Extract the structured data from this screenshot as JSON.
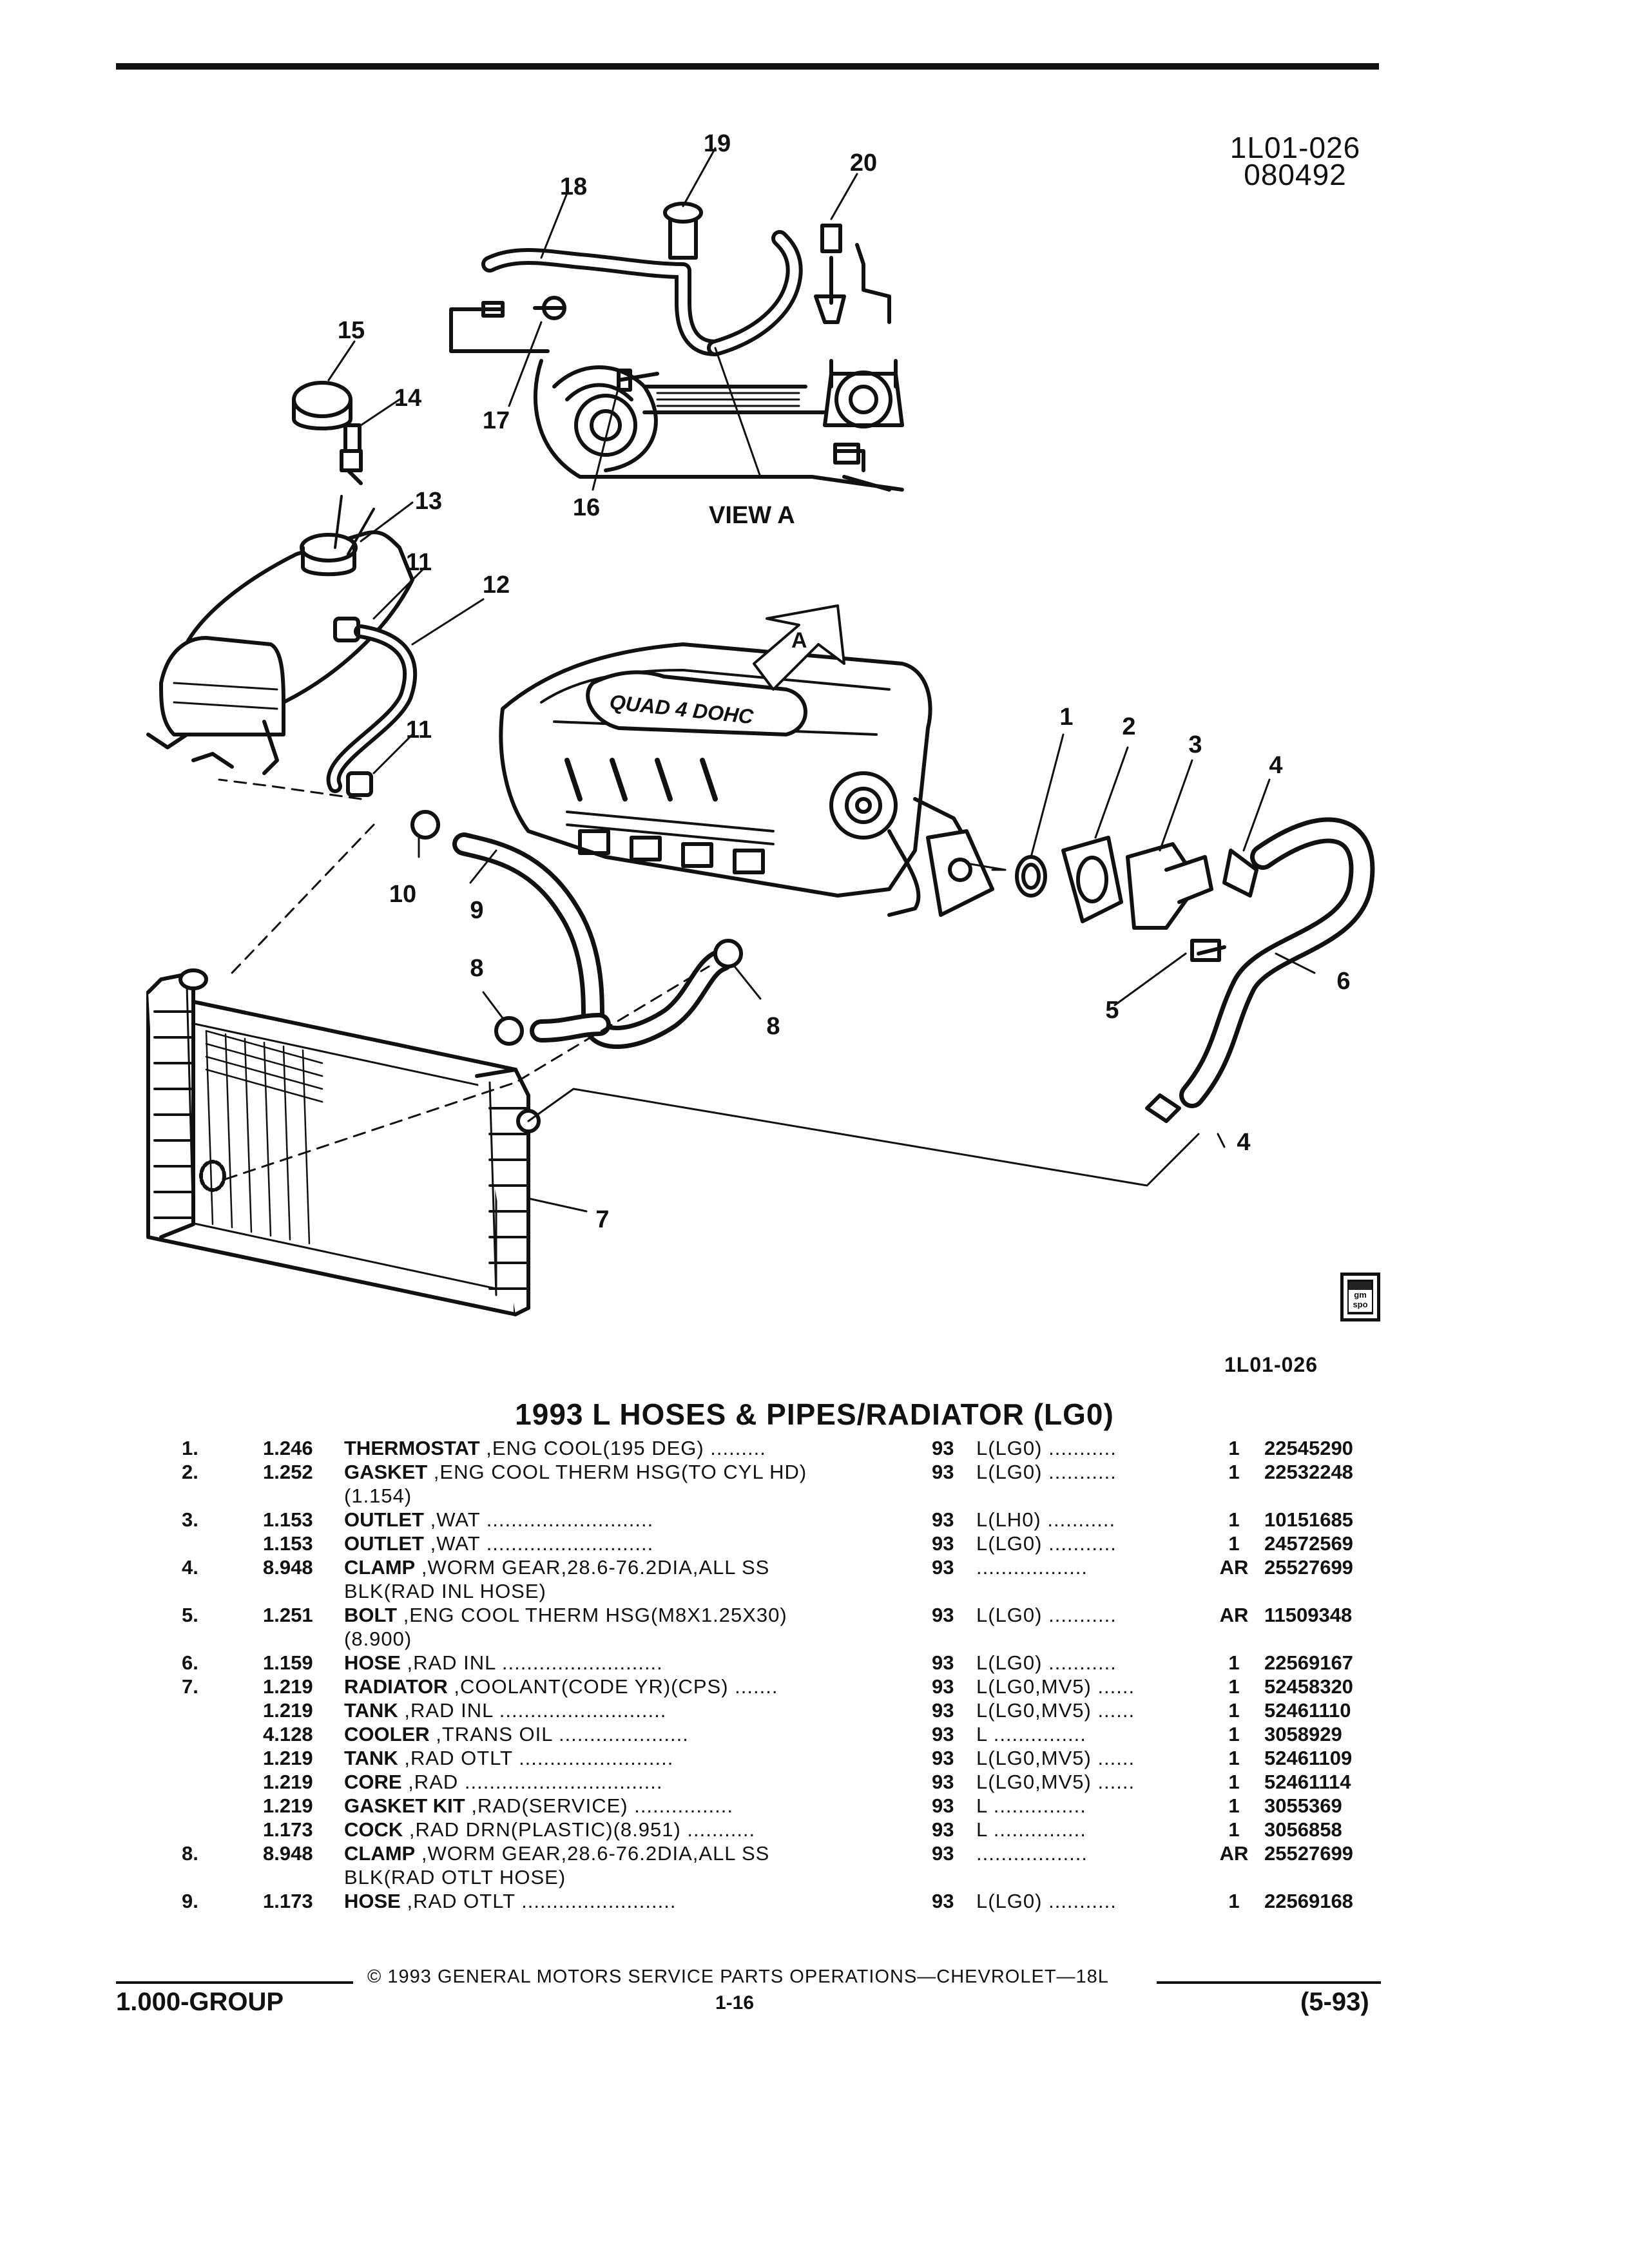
{
  "header": {
    "figure_code": "1L01-026",
    "figure_date": "080492",
    "figure_code_bottom": "1L01-026"
  },
  "diagram": {
    "view_label": "VIEW A",
    "view_arrow_letter": "A",
    "callouts": [
      "1",
      "2",
      "3",
      "4",
      "4",
      "5",
      "6",
      "7",
      "8",
      "8",
      "9",
      "10",
      "11",
      "11",
      "12",
      "13",
      "14",
      "15",
      "16",
      "17",
      "18",
      "19",
      "20"
    ],
    "engine_badge": "QUAD 4 DOHC"
  },
  "logo": {
    "text": "gm spo"
  },
  "parts_title": "1993 L HOSES & PIPES/RADIATOR (LG0)",
  "parts": [
    {
      "no": "1.",
      "group": "1.246",
      "name": "THERMOSTAT",
      "desc": " ,ENG COOL(195 DEG) .........",
      "year": "93",
      "usage": "L(LG0) ...........",
      "qty": "1",
      "part": "22545290",
      "cont": ""
    },
    {
      "no": "2.",
      "group": "1.252",
      "name": "GASKET",
      "desc": " ,ENG COOL THERM HSG(TO CYL HD)",
      "year": "93",
      "usage": "L(LG0) ...........",
      "qty": "1",
      "part": "22532248",
      "cont": "(1.154)"
    },
    {
      "no": "3.",
      "group": "1.153",
      "name": "OUTLET",
      "desc": " ,WAT ...........................",
      "year": "93",
      "usage": "L(LH0) ...........",
      "qty": "1",
      "part": "10151685",
      "cont": ""
    },
    {
      "no": "",
      "group": "1.153",
      "name": "OUTLET",
      "desc": " ,WAT ...........................",
      "year": "93",
      "usage": "L(LG0) ...........",
      "qty": "1",
      "part": "24572569",
      "cont": ""
    },
    {
      "no": "4.",
      "group": "8.948",
      "name": "CLAMP",
      "desc": " ,WORM GEAR,28.6-76.2DIA,ALL SS",
      "year": "93",
      "usage": "..................",
      "qty": "AR",
      "part": "25527699",
      "cont": "BLK(RAD INL HOSE)"
    },
    {
      "no": "5.",
      "group": "1.251",
      "name": "BOLT",
      "desc": " ,ENG COOL THERM HSG(M8X1.25X30)",
      "year": "93",
      "usage": "L(LG0) ...........",
      "qty": "AR",
      "part": "11509348",
      "cont": "(8.900)"
    },
    {
      "no": "6.",
      "group": "1.159",
      "name": "HOSE",
      "desc": " ,RAD INL ..........................",
      "year": "93",
      "usage": "L(LG0) ...........",
      "qty": "1",
      "part": "22569167",
      "cont": ""
    },
    {
      "no": "7.",
      "group": "1.219",
      "name": "RADIATOR",
      "desc": " ,COOLANT(CODE YR)(CPS) .......",
      "year": "93",
      "usage": "L(LG0,MV5) ......",
      "qty": "1",
      "part": "52458320",
      "cont": ""
    },
    {
      "no": "",
      "group": "1.219",
      "name": "TANK",
      "desc": " ,RAD INL ...........................",
      "year": "93",
      "usage": "L(LG0,MV5) ......",
      "qty": "1",
      "part": "52461110",
      "cont": ""
    },
    {
      "no": "",
      "group": "4.128",
      "name": "COOLER",
      "desc": " ,TRANS OIL .....................",
      "year": "93",
      "usage": "L ...............",
      "qty": "1",
      "part": "3058929",
      "cont": ""
    },
    {
      "no": "",
      "group": "1.219",
      "name": "TANK",
      "desc": " ,RAD OTLT .........................",
      "year": "93",
      "usage": "L(LG0,MV5) ......",
      "qty": "1",
      "part": "52461109",
      "cont": ""
    },
    {
      "no": "",
      "group": "1.219",
      "name": "CORE",
      "desc": " ,RAD ................................",
      "year": "93",
      "usage": "L(LG0,MV5) ......",
      "qty": "1",
      "part": "52461114",
      "cont": ""
    },
    {
      "no": "",
      "group": "1.219",
      "name": "GASKET KIT",
      "desc": " ,RAD(SERVICE) ................",
      "year": "93",
      "usage": "L ...............",
      "qty": "1",
      "part": "3055369",
      "cont": ""
    },
    {
      "no": "",
      "group": "1.173",
      "name": "COCK",
      "desc": " ,RAD DRN(PLASTIC)(8.951) ...........",
      "year": "93",
      "usage": "L ...............",
      "qty": "1",
      "part": "3056858",
      "cont": ""
    },
    {
      "no": "8.",
      "group": "8.948",
      "name": "CLAMP",
      "desc": " ,WORM GEAR,28.6-76.2DIA,ALL SS",
      "year": "93",
      "usage": "..................",
      "qty": "AR",
      "part": "25527699",
      "cont": "BLK(RAD OTLT HOSE)"
    },
    {
      "no": "9.",
      "group": "1.173",
      "name": "HOSE",
      "desc": " ,RAD OTLT .........................",
      "year": "93",
      "usage": "L(LG0) ...........",
      "qty": "1",
      "part": "22569168",
      "cont": ""
    }
  ],
  "footer": {
    "copyright": "© 1993 GENERAL MOTORS SERVICE PARTS OPERATIONS—CHEVROLET—18L",
    "group": "1.000-GROUP",
    "page": "1-16",
    "date_code": "(5-93)"
  }
}
